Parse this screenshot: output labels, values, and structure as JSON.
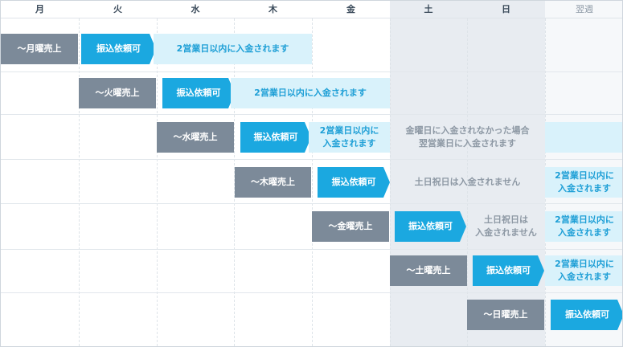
{
  "header": {
    "days": [
      "月",
      "火",
      "水",
      "木",
      "金",
      "土",
      "日",
      "翌週"
    ]
  },
  "rows": [
    {
      "sales_label": "～月曜売上",
      "transfer_label": "振込依頼可",
      "deposit_label": "2営業日以内に入金されます"
    },
    {
      "sales_label": "～火曜売上",
      "transfer_label": "振込依頼可",
      "deposit_label": "2営業日以内に入金されます"
    },
    {
      "sales_label": "～水曜売上",
      "transfer_label": "振込依頼可",
      "deposit_label": "2営業日以内に\n入金されます",
      "note": "金曜日に入金されなかった場合\n翌営業日に入金されます"
    },
    {
      "sales_label": "～木曜売上",
      "transfer_label": "振込依頼可",
      "note": "土日祝日は入金されません",
      "deposit_label": "2営業日以内に\n入金されます"
    },
    {
      "sales_label": "～金曜売上",
      "transfer_label": "振込依頼可",
      "note": "土日祝日は\n入金されません",
      "deposit_label": "2営業日以内に\n入金されます"
    },
    {
      "sales_label": "～土曜売上",
      "transfer_label": "振込依頼可",
      "deposit_label": "2営業日以内に\n入金されます"
    },
    {
      "sales_label": "～日曜売上",
      "transfer_label": "振込依頼可"
    }
  ],
  "colors": {
    "sales": "#7c8a99",
    "transfer": "#1ba8e0",
    "deposit_bg": "#d9f2fb",
    "deposit_text": "#1e9fd6",
    "weekend_bg": "#e8ecf1"
  }
}
